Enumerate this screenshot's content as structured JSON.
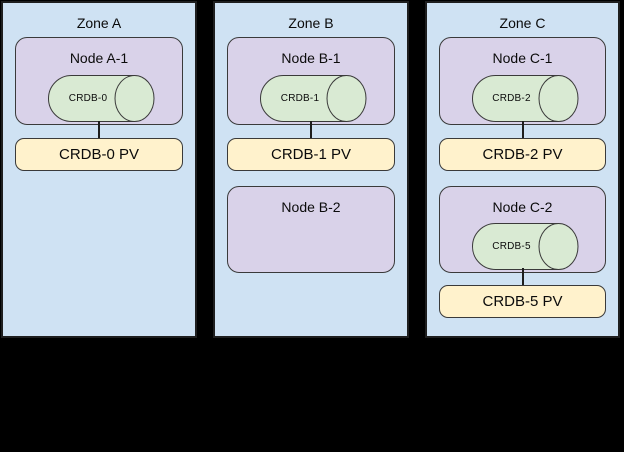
{
  "palette": {
    "zone_fill": "#cfe2f3",
    "node_fill": "#d9d2e9",
    "cylinder_fill": "#d9ead3",
    "pv_fill": "#fff2cc",
    "panel_border": "#1e1e1e",
    "shape_border": "#3a3a3a",
    "background": "#000000"
  },
  "diagram": {
    "type": "kubernetes-zone-topology",
    "zones": [
      {
        "title": "Zone A",
        "nodes": [
          {
            "label": "Node A-1",
            "cylinder": "CRDB-0"
          }
        ],
        "pvs": [
          "CRDB-0 PV"
        ]
      },
      {
        "title": "Zone B",
        "nodes": [
          {
            "label": "Node B-1",
            "cylinder": "CRDB-1"
          },
          {
            "label": "Node B-2"
          }
        ],
        "pvs": [
          "CRDB-1 PV"
        ]
      },
      {
        "title": "Zone C",
        "nodes": [
          {
            "label": "Node C-1",
            "cylinder": "CRDB-2"
          },
          {
            "label": "Node C-2",
            "cylinder": "CRDB-5"
          }
        ],
        "pvs": [
          "CRDB-2 PV",
          "CRDB-5 PV"
        ]
      }
    ]
  }
}
